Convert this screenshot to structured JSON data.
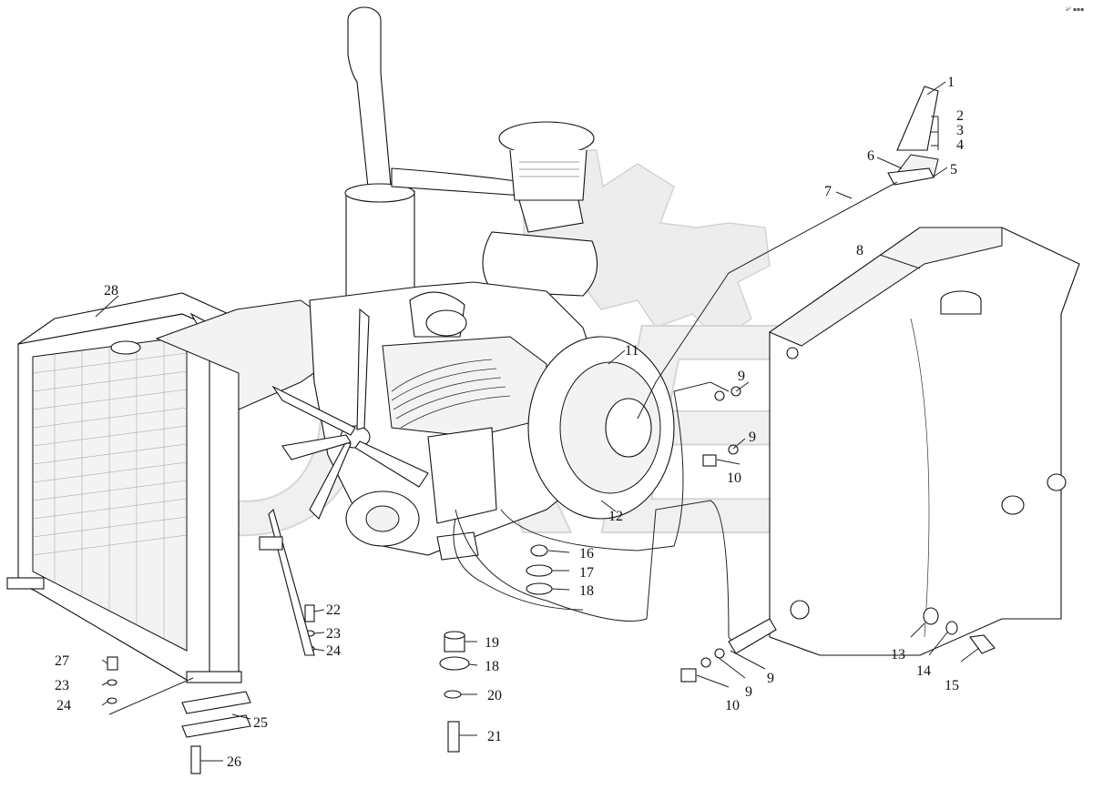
{
  "diagram": {
    "watermark": "OREX",
    "corner_mark": "a² ▪▪▪",
    "callouts": [
      {
        "id": "c1",
        "text": "1"
      },
      {
        "id": "c2",
        "text": "2"
      },
      {
        "id": "c3",
        "text": "3"
      },
      {
        "id": "c4",
        "text": "4"
      },
      {
        "id": "c5",
        "text": "5"
      },
      {
        "id": "c6",
        "text": "6"
      },
      {
        "id": "c7",
        "text": "7"
      },
      {
        "id": "c8",
        "text": "8"
      },
      {
        "id": "c9a",
        "text": "9"
      },
      {
        "id": "c9b",
        "text": "9"
      },
      {
        "id": "c9c",
        "text": "9"
      },
      {
        "id": "c9d",
        "text": "9"
      },
      {
        "id": "c10a",
        "text": "10"
      },
      {
        "id": "c10b",
        "text": "10"
      },
      {
        "id": "c11",
        "text": "11"
      },
      {
        "id": "c12",
        "text": "12"
      },
      {
        "id": "c13",
        "text": "13"
      },
      {
        "id": "c14",
        "text": "14"
      },
      {
        "id": "c15",
        "text": "15"
      },
      {
        "id": "c16",
        "text": "16"
      },
      {
        "id": "c17",
        "text": "17"
      },
      {
        "id": "c18a",
        "text": "18"
      },
      {
        "id": "c18b",
        "text": "18"
      },
      {
        "id": "c19",
        "text": "19"
      },
      {
        "id": "c20",
        "text": "20"
      },
      {
        "id": "c21",
        "text": "21"
      },
      {
        "id": "c22",
        "text": "22"
      },
      {
        "id": "c23a",
        "text": "23"
      },
      {
        "id": "c23b",
        "text": "23"
      },
      {
        "id": "c24a",
        "text": "24"
      },
      {
        "id": "c24b",
        "text": "24"
      },
      {
        "id": "c25",
        "text": "25"
      },
      {
        "id": "c26",
        "text": "26"
      },
      {
        "id": "c27",
        "text": "27"
      },
      {
        "id": "c28",
        "text": "28"
      }
    ]
  },
  "colors": {
    "line": "#222222",
    "watermark": "#e6e6e6",
    "background": "#ffffff"
  }
}
